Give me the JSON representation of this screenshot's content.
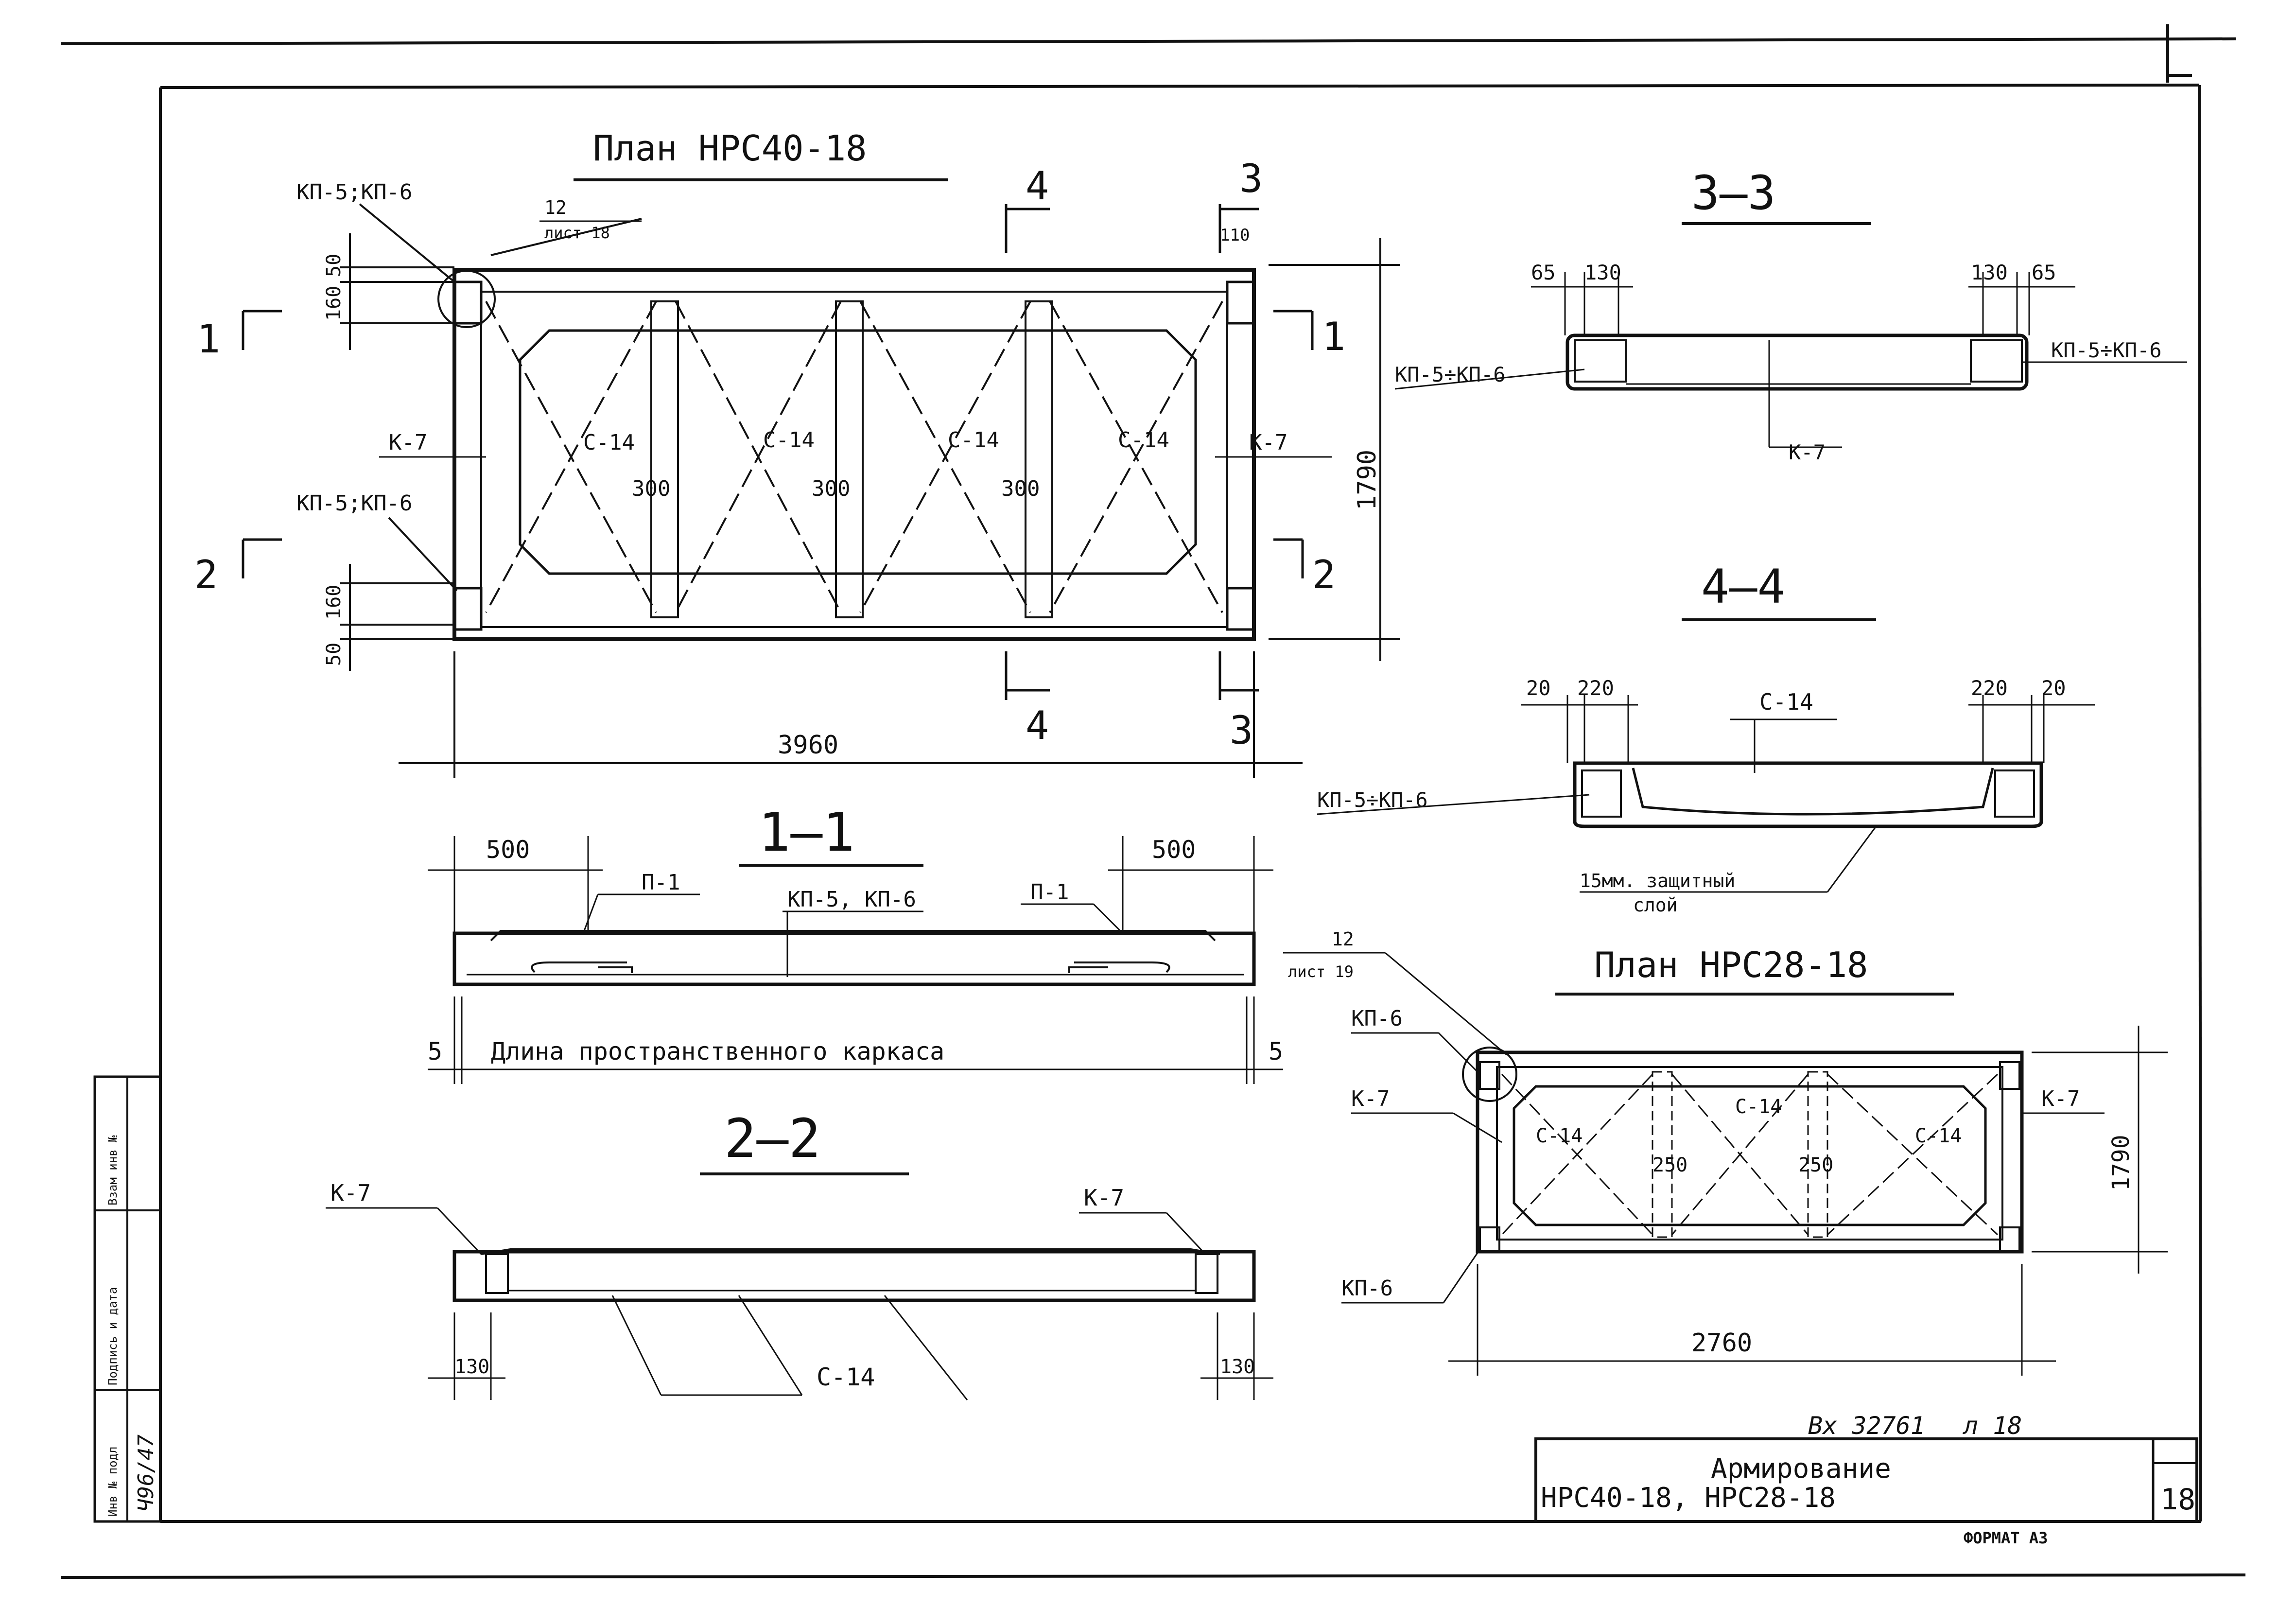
{
  "titles": {
    "plan_a": "План НРС40-18",
    "plan_b": "План НРС28-18",
    "sec_1": "1—1",
    "sec_2": "2—2",
    "sec_3": "3—3",
    "sec_4": "4—4"
  },
  "plan_a": {
    "kp56_top": "КП-5;КП-6",
    "kp56_bot": "КП-5;КП-6",
    "ref_num": "12",
    "ref_sheet": "лист 18",
    "k7_left": "К-7",
    "k7_right": "К-7",
    "s14": [
      "С-14",
      "С-14",
      "С-14",
      "С-14"
    ],
    "spacing": [
      "300",
      "300",
      "300"
    ],
    "dim_left_top": [
      "50",
      "160"
    ],
    "dim_left_bot": [
      "50",
      "160"
    ],
    "dim_top_right": "110",
    "height": "1790",
    "width": "3960",
    "cut1": "1",
    "cut2": "2",
    "cut3": "3",
    "cut4": "4"
  },
  "sec33": {
    "d1": "65",
    "d2": "130",
    "d3": "130",
    "d4": "65",
    "kp_left": "КП-5÷КП-6",
    "kp_right": "КП-5÷КП-6",
    "k7": "К-7"
  },
  "sec44": {
    "d1": "20",
    "d2": "220",
    "d3": "220",
    "d4": "20",
    "s14": "С-14",
    "kp": "КП-5÷КП-6",
    "cover_1": "15мм. защитный",
    "cover_2": "слой"
  },
  "sec11": {
    "d_left": "500",
    "d_right": "500",
    "p1_left": "П-1",
    "p1_right": "П-1",
    "kp": "КП-5, КП-6",
    "end_left": "5",
    "end_right": "5",
    "length": "Длина пространственного каркаса"
  },
  "sec22": {
    "k7_left": "К-7",
    "k7_right": "К-7",
    "d_left": "130",
    "d_right": "130",
    "s14": "С-14"
  },
  "plan_b": {
    "ref_num": "12",
    "ref_sheet": "лист 19",
    "kp6_top": "КП-6",
    "kp6_bot": "КП-6",
    "k7_left": "К-7",
    "k7_right": "К-7",
    "s14": [
      "С-14",
      "С-14",
      "С-14"
    ],
    "spacing": [
      "250",
      "250"
    ],
    "height": "1790",
    "width": "2760"
  },
  "stamp": {
    "inv": "Вх 32761",
    "inv_sheet": "л 18",
    "title_1": "Армирование",
    "title_2": "НРС40-18, НРС28-18",
    "sheet": "18",
    "format": "ФОРМАТ А3"
  },
  "side_strip": {
    "c1": "Инв № подл",
    "c2": "Подпись и дата",
    "c3": "Взам инв №",
    "hand": "Ч96/47"
  }
}
